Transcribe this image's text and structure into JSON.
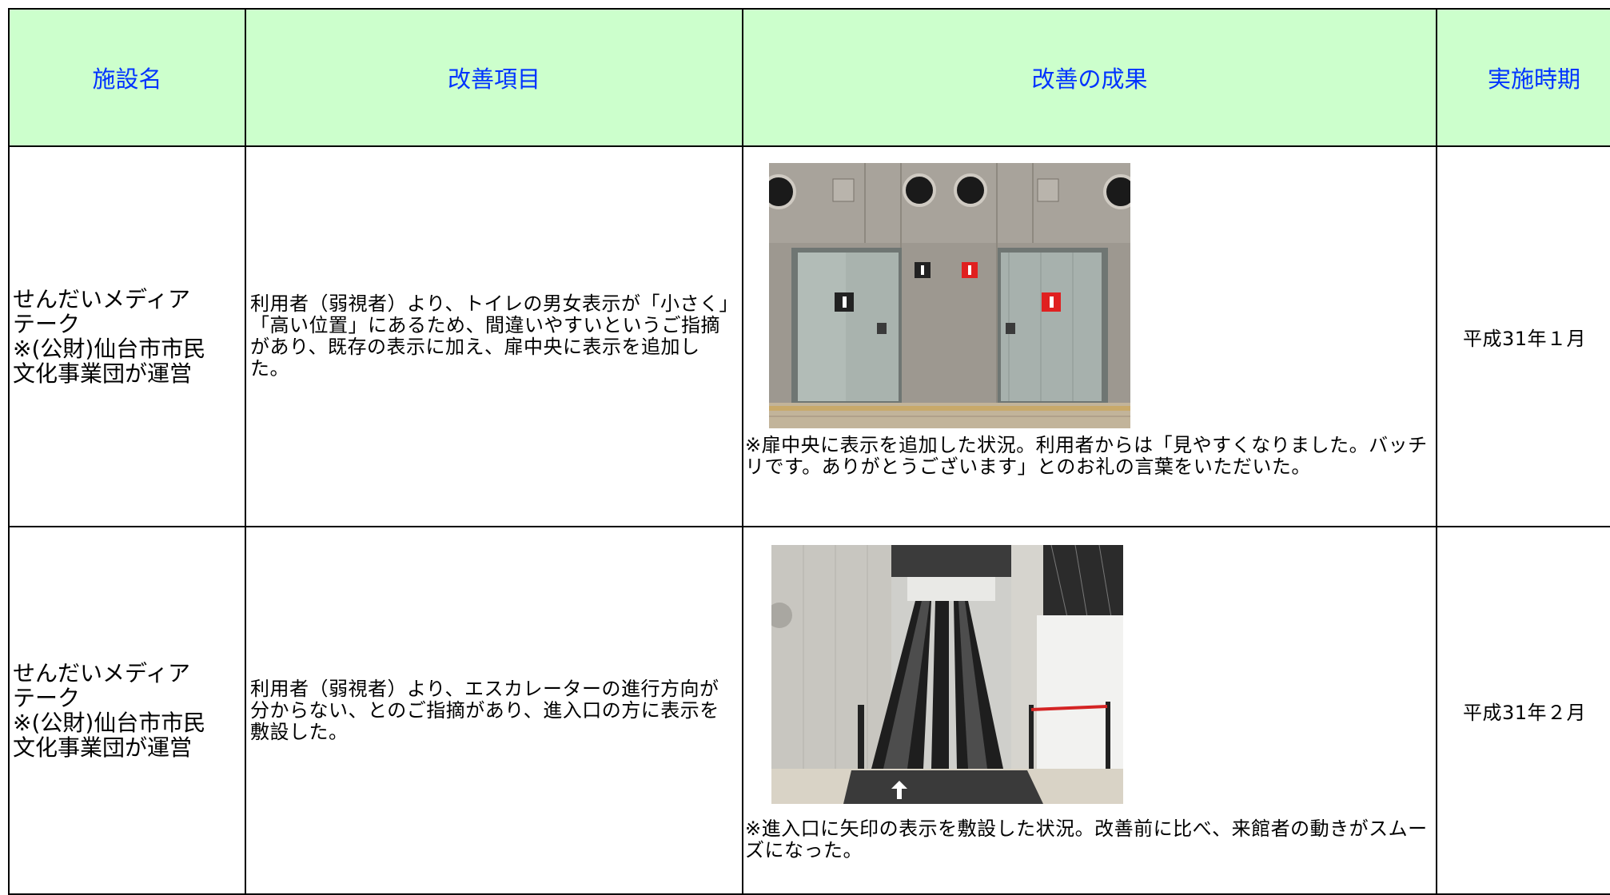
{
  "headers": {
    "facility": "施設名",
    "item": "改善項目",
    "result": "改善の成果",
    "period": "実施時期"
  },
  "rows": [
    {
      "facility_line1": "せんだいメディア",
      "facility_line2": "テーク",
      "facility_line3": "※(公財)仙台市市民",
      "facility_line4": "文化事業団が運営",
      "item": "利用者（弱視者）より、トイレの男女表示が「小さく」「高い位置」にあるため、間違いやすいというご指摘があり、既存の表示に加え、扉中央に表示を追加した。",
      "result_caption": "※扉中央に表示を追加した状況。利用者からは「見やすくなりました。バッチリです。ありがとうございます」とのお礼の言葉をいただいた。",
      "period": "平成31年１月"
    },
    {
      "facility_line1": "せんだいメディア",
      "facility_line2": "テーク",
      "facility_line3": "※(公財)仙台市市民",
      "facility_line4": "文化事業団が運営",
      "item": "利用者（弱視者）より、エスカレーターの進行方向が分からない、とのご指摘があり、進入口の方に表示を敷設した。",
      "result_caption": "※進入口に矢印の表示を敷設した状況。改善前に比べ、来館者の動きがスムーズになった。",
      "period": "平成31年２月"
    }
  ],
  "colors": {
    "header_bg": "#ccffcc",
    "header_text": "#0033ff",
    "border": "#000000",
    "male_sign": "#222222",
    "female_sign": "#e02020"
  }
}
